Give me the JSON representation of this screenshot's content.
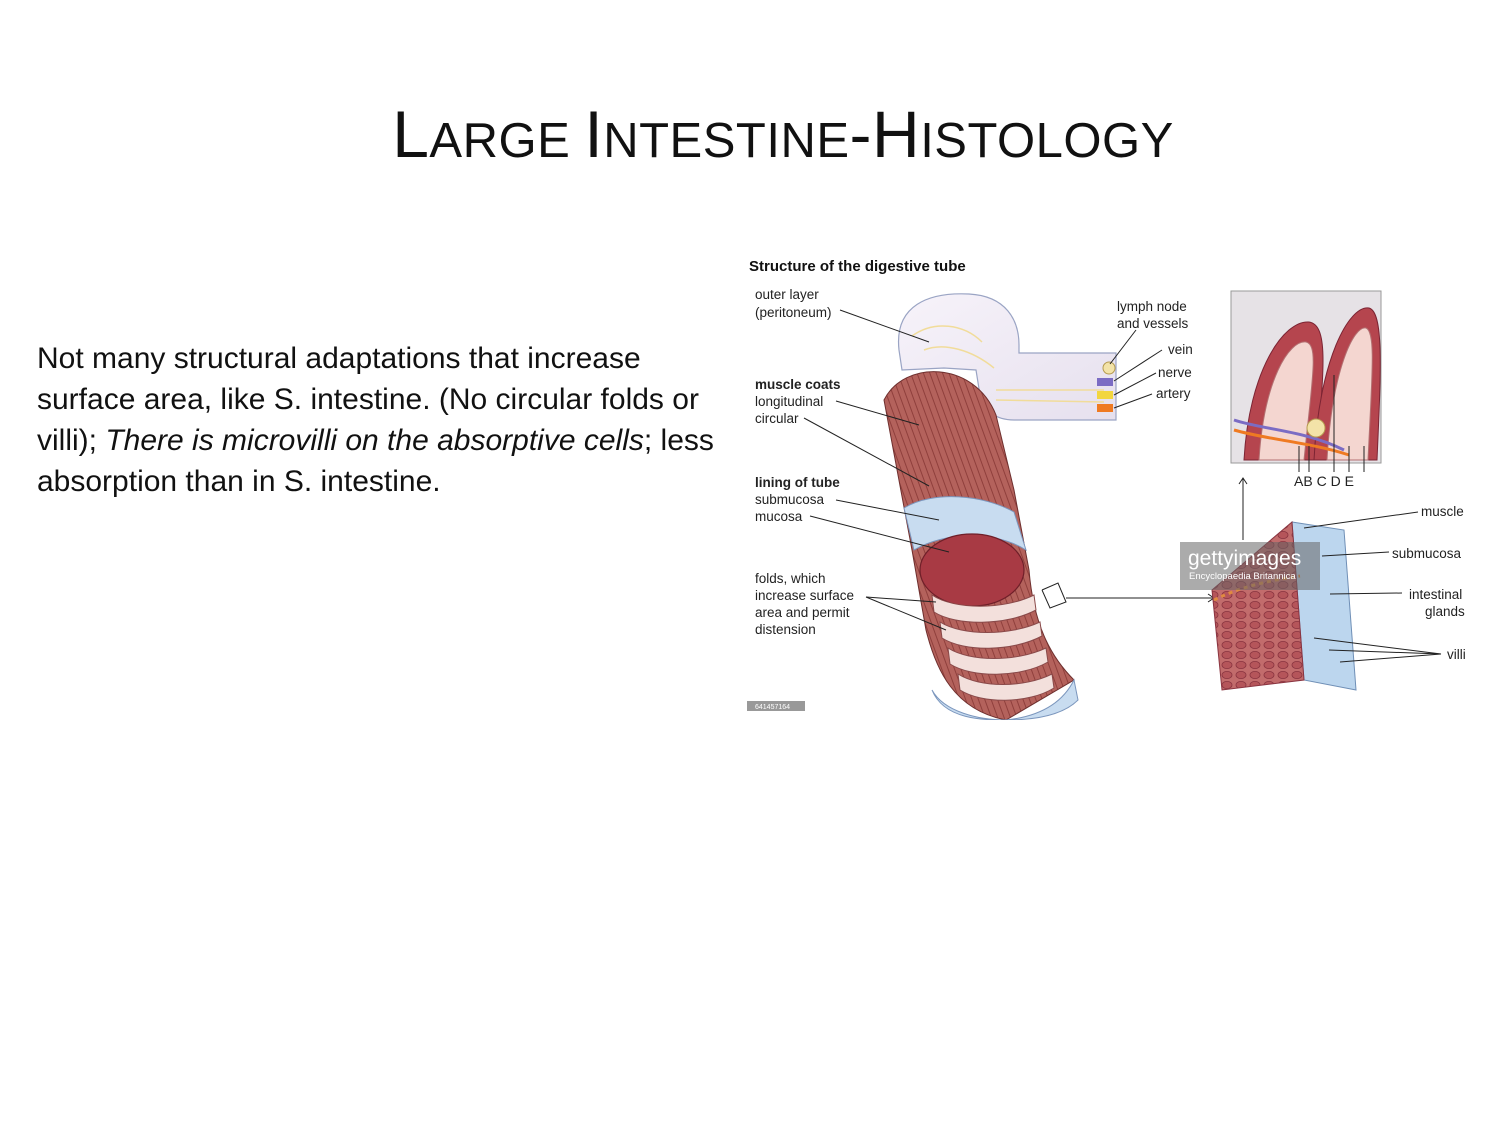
{
  "slide": {
    "title_parts": [
      {
        "text": "L",
        "small": false
      },
      {
        "text": "ARGE ",
        "small": true
      },
      {
        "text": "I",
        "small": false
      },
      {
        "text": "NTESTINE",
        "small": true
      },
      {
        "text": "-H",
        "small": false
      },
      {
        "text": "ISTOLOGY",
        "small": true
      }
    ],
    "body": {
      "p1": "Not many structural adaptations that increase surface area, like S. intestine. (No circular folds or villi); ",
      "p2_italic": "There is microvilli on the absorptive cells",
      "p3": "; less absorption than in S. intestine."
    }
  },
  "figure": {
    "title": "Structure of the digestive tube",
    "labels": {
      "outer_layer": "outer layer",
      "peritoneum": "(peritoneum)",
      "muscle_coats": "muscle coats",
      "longitudinal": "longitudinal",
      "circular": "circular",
      "lining_of_tube": "lining of tube",
      "submucosa": "submucosa",
      "mucosa": "mucosa",
      "folds_1": "folds, which",
      "folds_2": "increase surface",
      "folds_3": "area and permit",
      "folds_4": "distension",
      "lymph_1": "lymph node",
      "lymph_2": "and vessels",
      "vein": "vein",
      "nerve": "nerve",
      "artery": "artery",
      "muscle_r": "muscle",
      "submucosa_r": "submucosa",
      "glands_1": "intestinal",
      "glands_2": "glands",
      "villi": "villi"
    },
    "inset_letters": "AB  C D E",
    "watermark": {
      "brand": "gettyimages",
      "credit": "Encyclopaedia Britannica"
    },
    "image_id": "641457164",
    "colors": {
      "muscle_red": "#b05a55",
      "mucosa_red": "#a83a44",
      "submucosa_blue": "#c8dcf0",
      "peritoneum": "#f4f0f6",
      "vein_purple": "#7b6cc4",
      "nerve_yellow": "#f2d640",
      "artery_orange": "#ef7a22"
    }
  }
}
